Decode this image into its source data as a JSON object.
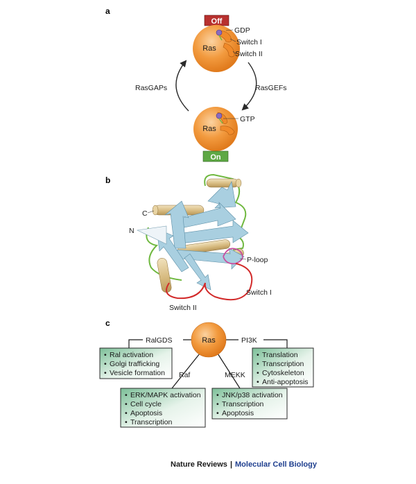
{
  "panel_a": {
    "label": "a",
    "off_label": "Off",
    "on_label": "On",
    "ras_label": "Ras",
    "gdp": "GDP",
    "switch1": "Switch I",
    "switch2": "Switch II",
    "gtp": "GTP",
    "left_arrow": "RasGAPs",
    "right_arrow": "RasGEFs",
    "colors": {
      "off": "#b8312f",
      "on": "#5ea845",
      "ras": "#f08a2a"
    }
  },
  "panel_b": {
    "label": "b",
    "c_term": "C",
    "n_term": "N",
    "p_loop": "P-loop",
    "switch1": "Switch I",
    "switch2": "Switch II",
    "colors": {
      "sheet": "#a9cfe0",
      "helix": "#d9c089",
      "loop": "#6fb83f",
      "switch": "#d22a2a",
      "ploop": "#c84fa0"
    }
  },
  "panel_c": {
    "label": "c",
    "ras_label": "Ras",
    "effectors": [
      "RalGDS",
      "PI3K",
      "Raf",
      "MEKK"
    ],
    "boxes": [
      {
        "items": [
          "Ral activation",
          "Golgi trafficking",
          "Vesicle formation"
        ]
      },
      {
        "items": [
          "Translation",
          "Transcription",
          "Cytoskeleton",
          "Anti-apoptosis"
        ]
      },
      {
        "items": [
          "ERK/MAPK activation",
          "Cell cycle",
          "Apoptosis",
          "Transcription"
        ]
      },
      {
        "items": [
          "JNK/p38 activation",
          "Transcription",
          "Apoptosis"
        ]
      }
    ],
    "bullet": "•",
    "colors": {
      "box": "#8fcaa8",
      "ras": "#f08a2a"
    }
  },
  "credit": {
    "journal": "Nature Reviews",
    "separator": "|",
    "title": "Molecular Cell Biology"
  }
}
